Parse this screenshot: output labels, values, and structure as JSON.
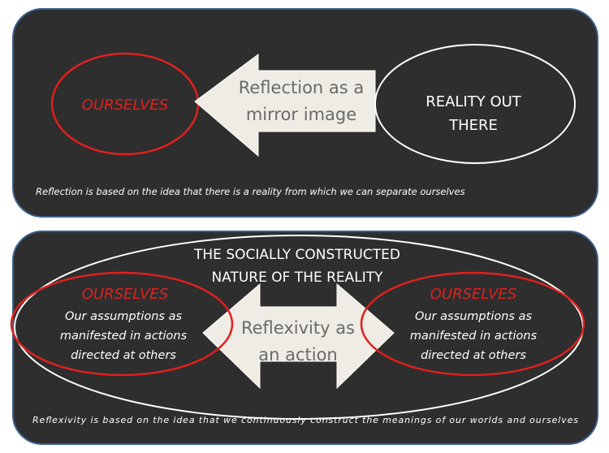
{
  "top": {
    "self_label": "OURSELVES",
    "arrow_lines": [
      "Reflection as a",
      "mirror image"
    ],
    "reality_lines": [
      "REALITY OUT",
      "THERE"
    ],
    "caption": "Reflection is based on the idea that there is  a reality from which we can separate ourselves"
  },
  "bottom": {
    "title_lines": [
      "THE SOCIALLY CONSTRUCTED",
      "NATURE OF THE REALITY"
    ],
    "left": {
      "label": "OURSELVES",
      "lines": [
        "Our assumptions as",
        "manifested in actions",
        "directed at  others"
      ]
    },
    "right": {
      "label": "OURSELVES",
      "lines": [
        "Our assumptions as",
        "manifested in actions",
        "directed at others"
      ]
    },
    "arrow_lines": [
      "Reflexivity as",
      "an action"
    ],
    "caption": "Reflexivity is based on the idea that we continuously construct the meanings of our worlds and ourselves"
  },
  "colors": {
    "panel": "#2e2e2e",
    "border": "#3d5f8e",
    "red": "#e0201e",
    "arrow": "#eeece4",
    "arrow_text": "#6a6a6a"
  }
}
